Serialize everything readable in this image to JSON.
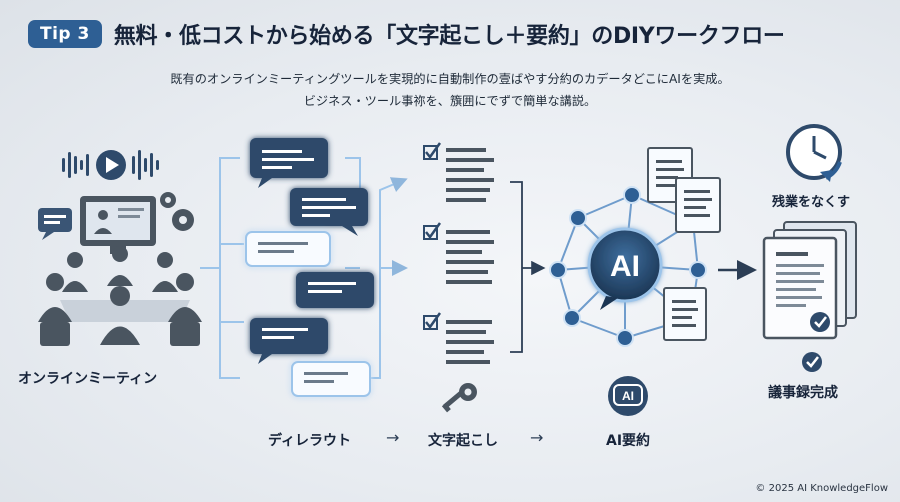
{
  "header": {
    "badge": "Tip 3",
    "title": "無料・低コストから始める「文字起こし＋要約」のDIYワークフロー"
  },
  "subtitle": {
    "line1": "既有のオンラインミーティングツールを実現的に自動制作の壹ばやす分約のカデータどこにAIを実成。",
    "line2": "ビジネス・ツール事祢を、籏囲にでずで簡単な講説。"
  },
  "labels": {
    "meeting": "オンラインミーティン",
    "step1": "ディレラウト",
    "step2": "文字起こし",
    "step3": "AI要約",
    "overtime": "残業をなくす",
    "complete": "議事録完成",
    "ai_core": "AI",
    "ai_small": "AI"
  },
  "arrows": {
    "glyph": "→"
  },
  "footer": {
    "copyright": "© 2025 AI KnowledgeFlow"
  },
  "colors": {
    "navy": "#2e4a6b",
    "accent_blue": "#2e5f94",
    "glow": "#9cc4ea",
    "gray_figure": "#4a5560"
  }
}
